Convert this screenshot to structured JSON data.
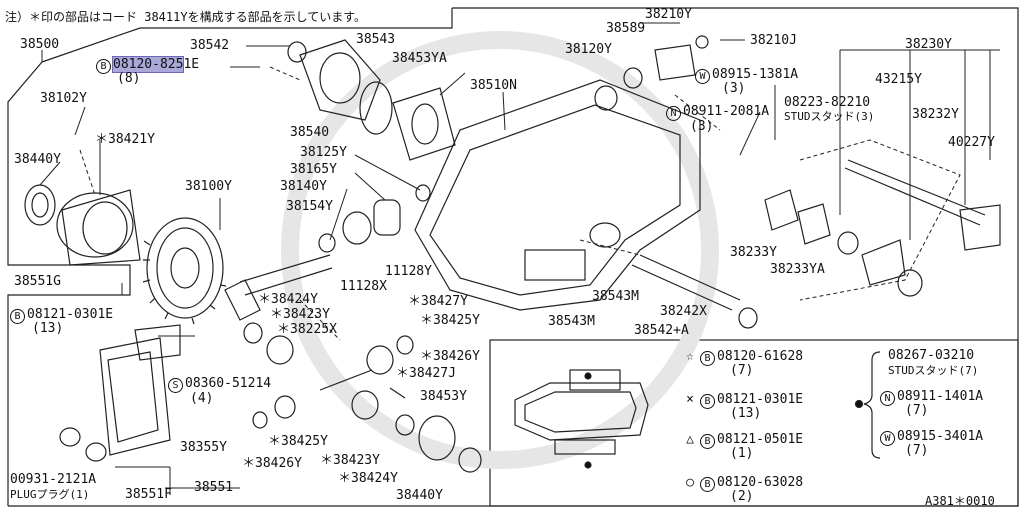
{
  "note": "注）＊印の部品はコード 38411Yを構成する部品を示しています。",
  "diagram_id": "A381＊0010",
  "highlighted_part": "08120-8251E",
  "parts": {
    "p38500": "38500",
    "p38542": "38542",
    "p38543": "38543",
    "p38453YA": "38453YA",
    "p38510N": "38510N",
    "p38120Y": "38120Y",
    "p38589": "38589",
    "p38210Y": "38210Y",
    "p38210J": "38210J",
    "p38230Y": "38230Y",
    "b_circ": "B",
    "p08120_8251": "08120-825",
    "p08120_8251_tail": "1E",
    "q8": "(8)",
    "p38102Y": "38102Y",
    "p38540": "38540",
    "p38421Y": "＊38421Y",
    "p38440Y_a": "38440Y",
    "p38125Y": "38125Y",
    "p38165Y": "38165Y",
    "p38140Y": "38140Y",
    "p38154Y": "38154Y",
    "p38100Y": "38100Y",
    "p11128Y": "11128Y",
    "p11128X": "11128X",
    "w_circ": "W",
    "p08915_1381": "08915-1381A",
    "q3a": "(3)",
    "n_circ": "N",
    "p08911_2081": "08911-2081A",
    "q3b": "(3)",
    "p43215Y": "43215Y",
    "p08223": "08223-82210",
    "stud3": "STUDスタッド(3)",
    "p38232Y": "38232Y",
    "p40227Y": "40227Y",
    "p38233Y": "38233Y",
    "p38233YA": "38233YA",
    "p38551G": "38551G",
    "p08121_0301_a": "08121-0301E",
    "q13a": "(13)",
    "p38424Y_a": "＊38424Y",
    "p38423Y_a": "＊38423Y",
    "p38225X": "＊38225X",
    "p38427Y": "＊38427Y",
    "p38425Y_a": "＊38425Y",
    "p38426Y_a": "＊38426Y",
    "p38427J": "＊38427J",
    "p38543M_a": "38543M",
    "p38543M_b": "38543M",
    "p38242X": "38242X",
    "p38542A": "38542+A",
    "s_circ": "S",
    "p08360": "08360-51214",
    "q4": "(4)",
    "p38453Y": "38453Y",
    "p38425Y_b": "＊38425Y",
    "p38355Y": "38355Y",
    "p38426Y_b": "＊38426Y",
    "p38423Y_b": "＊38423Y",
    "p00931": "00931-2121A",
    "plug": "PLUGプラグ(1)",
    "p38551F": "38551F",
    "p38551": "38551",
    "p38424Y_b": "＊38424Y",
    "p38440Y_b": "38440Y"
  },
  "legend": {
    "row1": {
      "sym": "☆",
      "code": "08120-61628",
      "qty": "(7)"
    },
    "row2": {
      "sym": "×",
      "code": "08121-0301E",
      "qty": "(13)"
    },
    "row3": {
      "sym": "△",
      "code": "08121-0501E",
      "qty": "(1)"
    },
    "row4": {
      "sym": "○",
      "code": "08120-63028",
      "qty": "(2)"
    },
    "right1": {
      "code": "08267-03210",
      "sub": "STUDスタッド(7)"
    },
    "right2": {
      "circ": "N",
      "code": "08911-1401A",
      "qty": "(7)"
    },
    "right3": {
      "circ": "W",
      "code": "08915-3401A",
      "qty": "(7)"
    }
  }
}
